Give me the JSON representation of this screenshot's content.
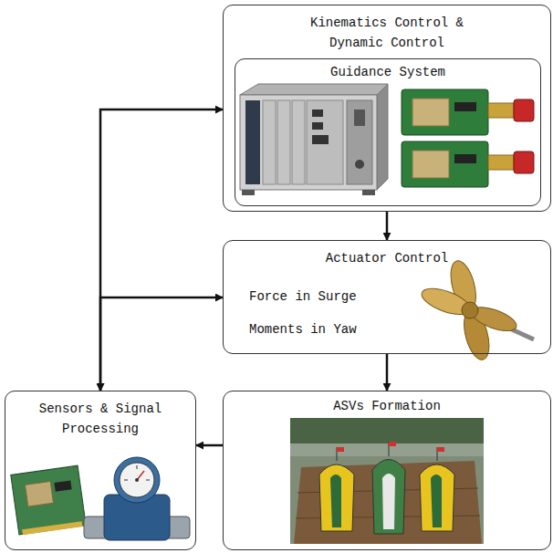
{
  "diagram": {
    "nodes": [
      {
        "text": [
          "Kinematics Control & Dynamic Control"
        ]
      },
      {
        "text": [
          "Guidance System"
        ],
        "in": 0
      },
      {
        "text": [
          "Actuator Control",
          "Force in Surge",
          "Moments in Yaw"
        ]
      },
      {
        "text": [
          "ASVs Formation"
        ]
      },
      {
        "text": [
          "Sensors & Signal Processing"
        ]
      }
    ],
    "edges": [
      {
        "from": 0,
        "to": 2,
        "arrow": "to"
      },
      {
        "from": 2,
        "to": 3,
        "arrow": "to"
      },
      {
        "from": 3,
        "to": 4,
        "arrow": "to"
      },
      {
        "from": 4,
        "to": 0,
        "arrow": "both"
      },
      {
        "from": 4,
        "to": 2,
        "arrow": "both"
      }
    ]
  }
}
